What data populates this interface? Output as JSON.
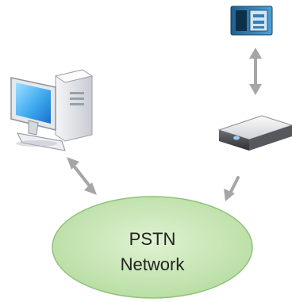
{
  "diagram": {
    "network_node": {
      "line1": "PSTN",
      "line2": "Network"
    },
    "nodes": [
      {
        "icon": "desktop-computer-icon"
      },
      {
        "icon": "modem-icon"
      },
      {
        "icon": "telephone-exchange-box-icon"
      },
      {
        "icon": "pstn-network-cloud"
      }
    ],
    "colors": {
      "cloud_fill": "#c6e7b3",
      "cloud_edge": "#8fc37a",
      "arrow": "#a6a6a6",
      "screen": "#3ea9ef",
      "device_body": "#e2e4e8"
    }
  }
}
